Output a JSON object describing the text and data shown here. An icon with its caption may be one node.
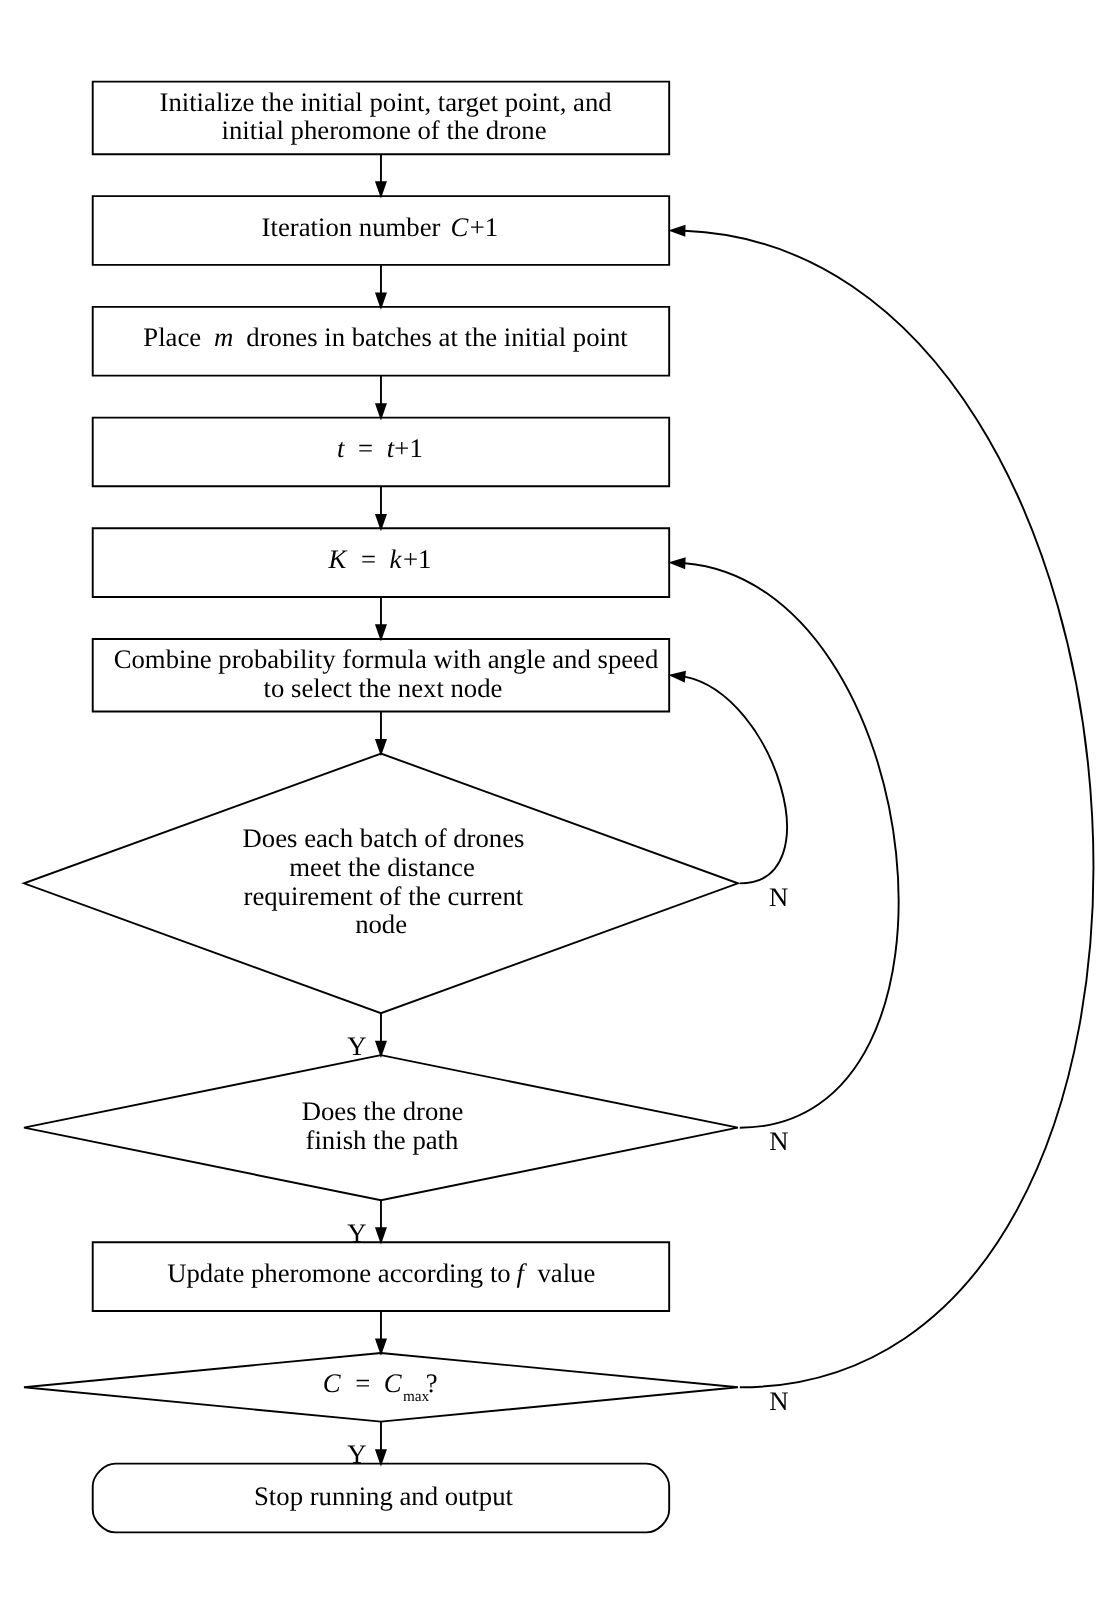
{
  "diagram": {
    "nodes": [
      {
        "text": [
          "Initialize the initial point, target point, and initial pheromone of the drone"
        ]
      },
      {
        "text": [
          "Iteration number *C*+1"
        ]
      },
      {
        "text": [
          "Place *m* drones in batches at the initial point"
        ]
      },
      {
        "text": [
          "*t* = *t*+1"
        ]
      },
      {
        "text": [
          "*K* = *k*+1"
        ]
      },
      {
        "text": [
          "Combine probability formula with angle and speed to select the next node"
        ]
      },
      {
        "text": [
          "Does each batch of drones meet the distance requirement of the current node"
        ]
      },
      {
        "text": [
          "Does the drone finish the path"
        ]
      },
      {
        "text": [
          "Update pheromone according to *f* value"
        ]
      },
      {
        "text": [
          "*C* = *C*$_{max}$?"
        ]
      },
      {
        "text": [
          "Stop running and output"
        ]
      }
    ],
    "edges": [
      {
        "from": 0,
        "to": 1,
        "arrow": "to"
      },
      {
        "from": 1,
        "to": 2,
        "arrow": "to"
      },
      {
        "from": 2,
        "to": 3,
        "arrow": "to"
      },
      {
        "from": 3,
        "to": 4,
        "arrow": "to"
      },
      {
        "from": 4,
        "to": 5,
        "arrow": "to"
      },
      {
        "from": 5,
        "to": 6,
        "arrow": "to"
      },
      {
        "from": 6,
        "to": 7,
        "arrow": "to",
        "label": "Y"
      },
      {
        "from": 6,
        "to": 5,
        "arrow": "to",
        "label": "N"
      },
      {
        "from": 7,
        "to": 8,
        "arrow": "to",
        "label": "Y"
      },
      {
        "from": 7,
        "to": 4,
        "arrow": "to",
        "label": "N"
      },
      {
        "from": 8,
        "to": 9,
        "arrow": "to"
      },
      {
        "from": 9,
        "to": 10,
        "arrow": "to",
        "label": "Y"
      },
      {
        "from": 9,
        "to": 1,
        "arrow": "to",
        "label": "N"
      }
    ]
  }
}
